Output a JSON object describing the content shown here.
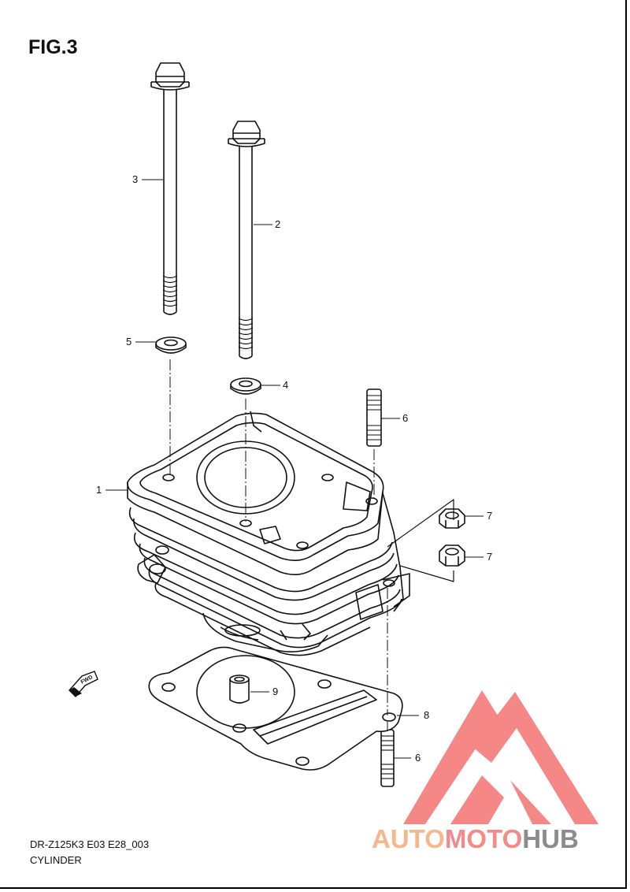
{
  "figure": {
    "title": "FIG.3"
  },
  "callouts": {
    "c1": "1",
    "c2": "2",
    "c3": "3",
    "c4": "4",
    "c5": "5",
    "c6a": "6",
    "c6b": "6",
    "c7a": "7",
    "c7b": "7",
    "c8": "8",
    "c9": "9"
  },
  "fwd_label": "FWD",
  "footer": {
    "model": "DR-Z125K3 E03 E28_003",
    "name": "CYLINDER"
  },
  "watermark": {
    "part1": "AUTO",
    "part2": "MOTO",
    "part3": "HUB",
    "colors": {
      "auto": "#f5b88c",
      "moto": "#f28b8b",
      "hub": "#8c8c8c",
      "logo": "#f36a6a"
    }
  }
}
